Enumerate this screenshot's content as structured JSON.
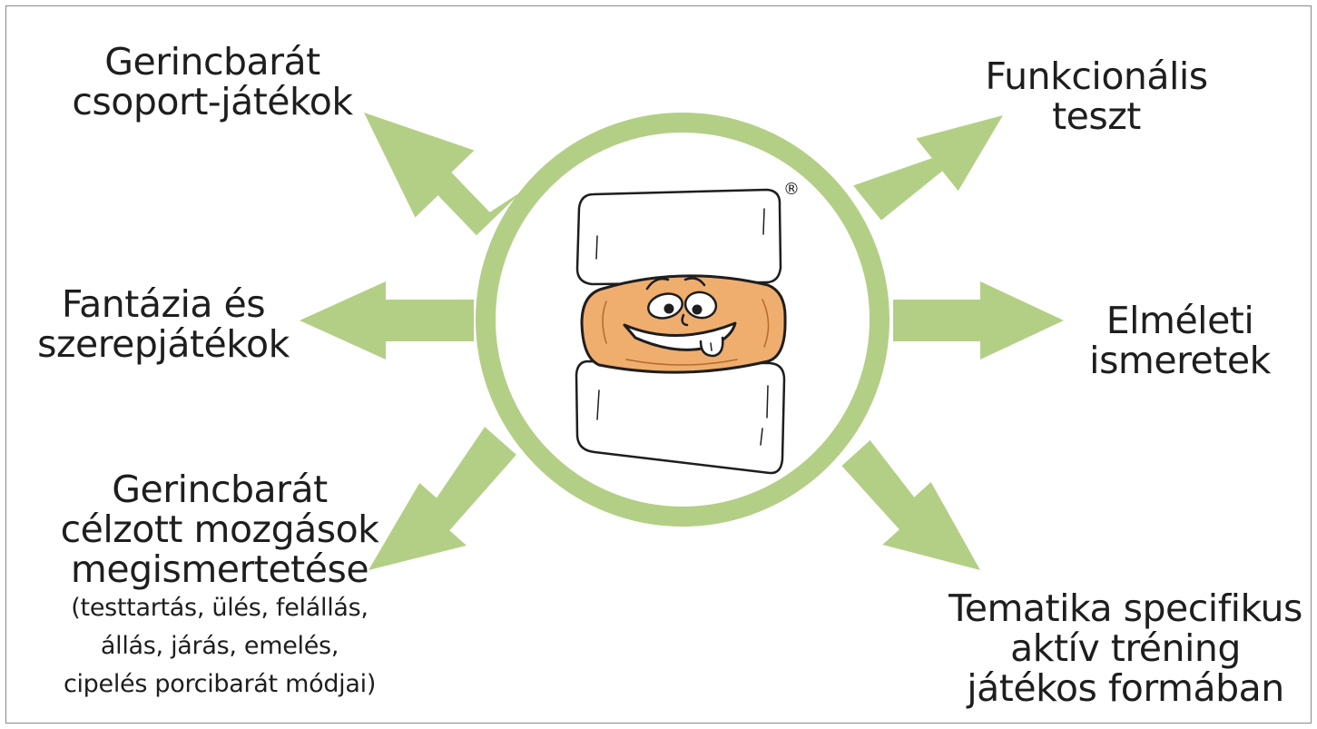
{
  "colors": {
    "arrow": "#b3cf86",
    "ring": "#b3cf86",
    "disc_fill": "#efae6e",
    "vertebra_fill": "#ffffff",
    "outline": "#1e1e1e",
    "text": "#1e1e1e"
  },
  "center": {
    "mascot": "smiling-intervertebral-disc-character",
    "trademark": "®"
  },
  "branches": {
    "top_left": {
      "lines": [
        "Gerincbarát",
        "csoport-játékok"
      ]
    },
    "middle_left": {
      "lines": [
        "Fantázia és",
        "szerepjátékok"
      ]
    },
    "bottom_left": {
      "lines": [
        "Gerincbarát",
        "célzott mozgások",
        "megismertetése"
      ],
      "details": [
        "(testtartás, ülés, felállás,",
        "állás, járás, emelés,",
        "cipelés porcibarát módjai)"
      ]
    },
    "top_right": {
      "lines": [
        "Funkcionális",
        "teszt"
      ]
    },
    "middle_right": {
      "lines": [
        "Elméleti",
        "ismeretek"
      ]
    },
    "bottom_right": {
      "lines": [
        "Tematika specifikus",
        "aktív tréning",
        "játékos formában"
      ]
    }
  }
}
